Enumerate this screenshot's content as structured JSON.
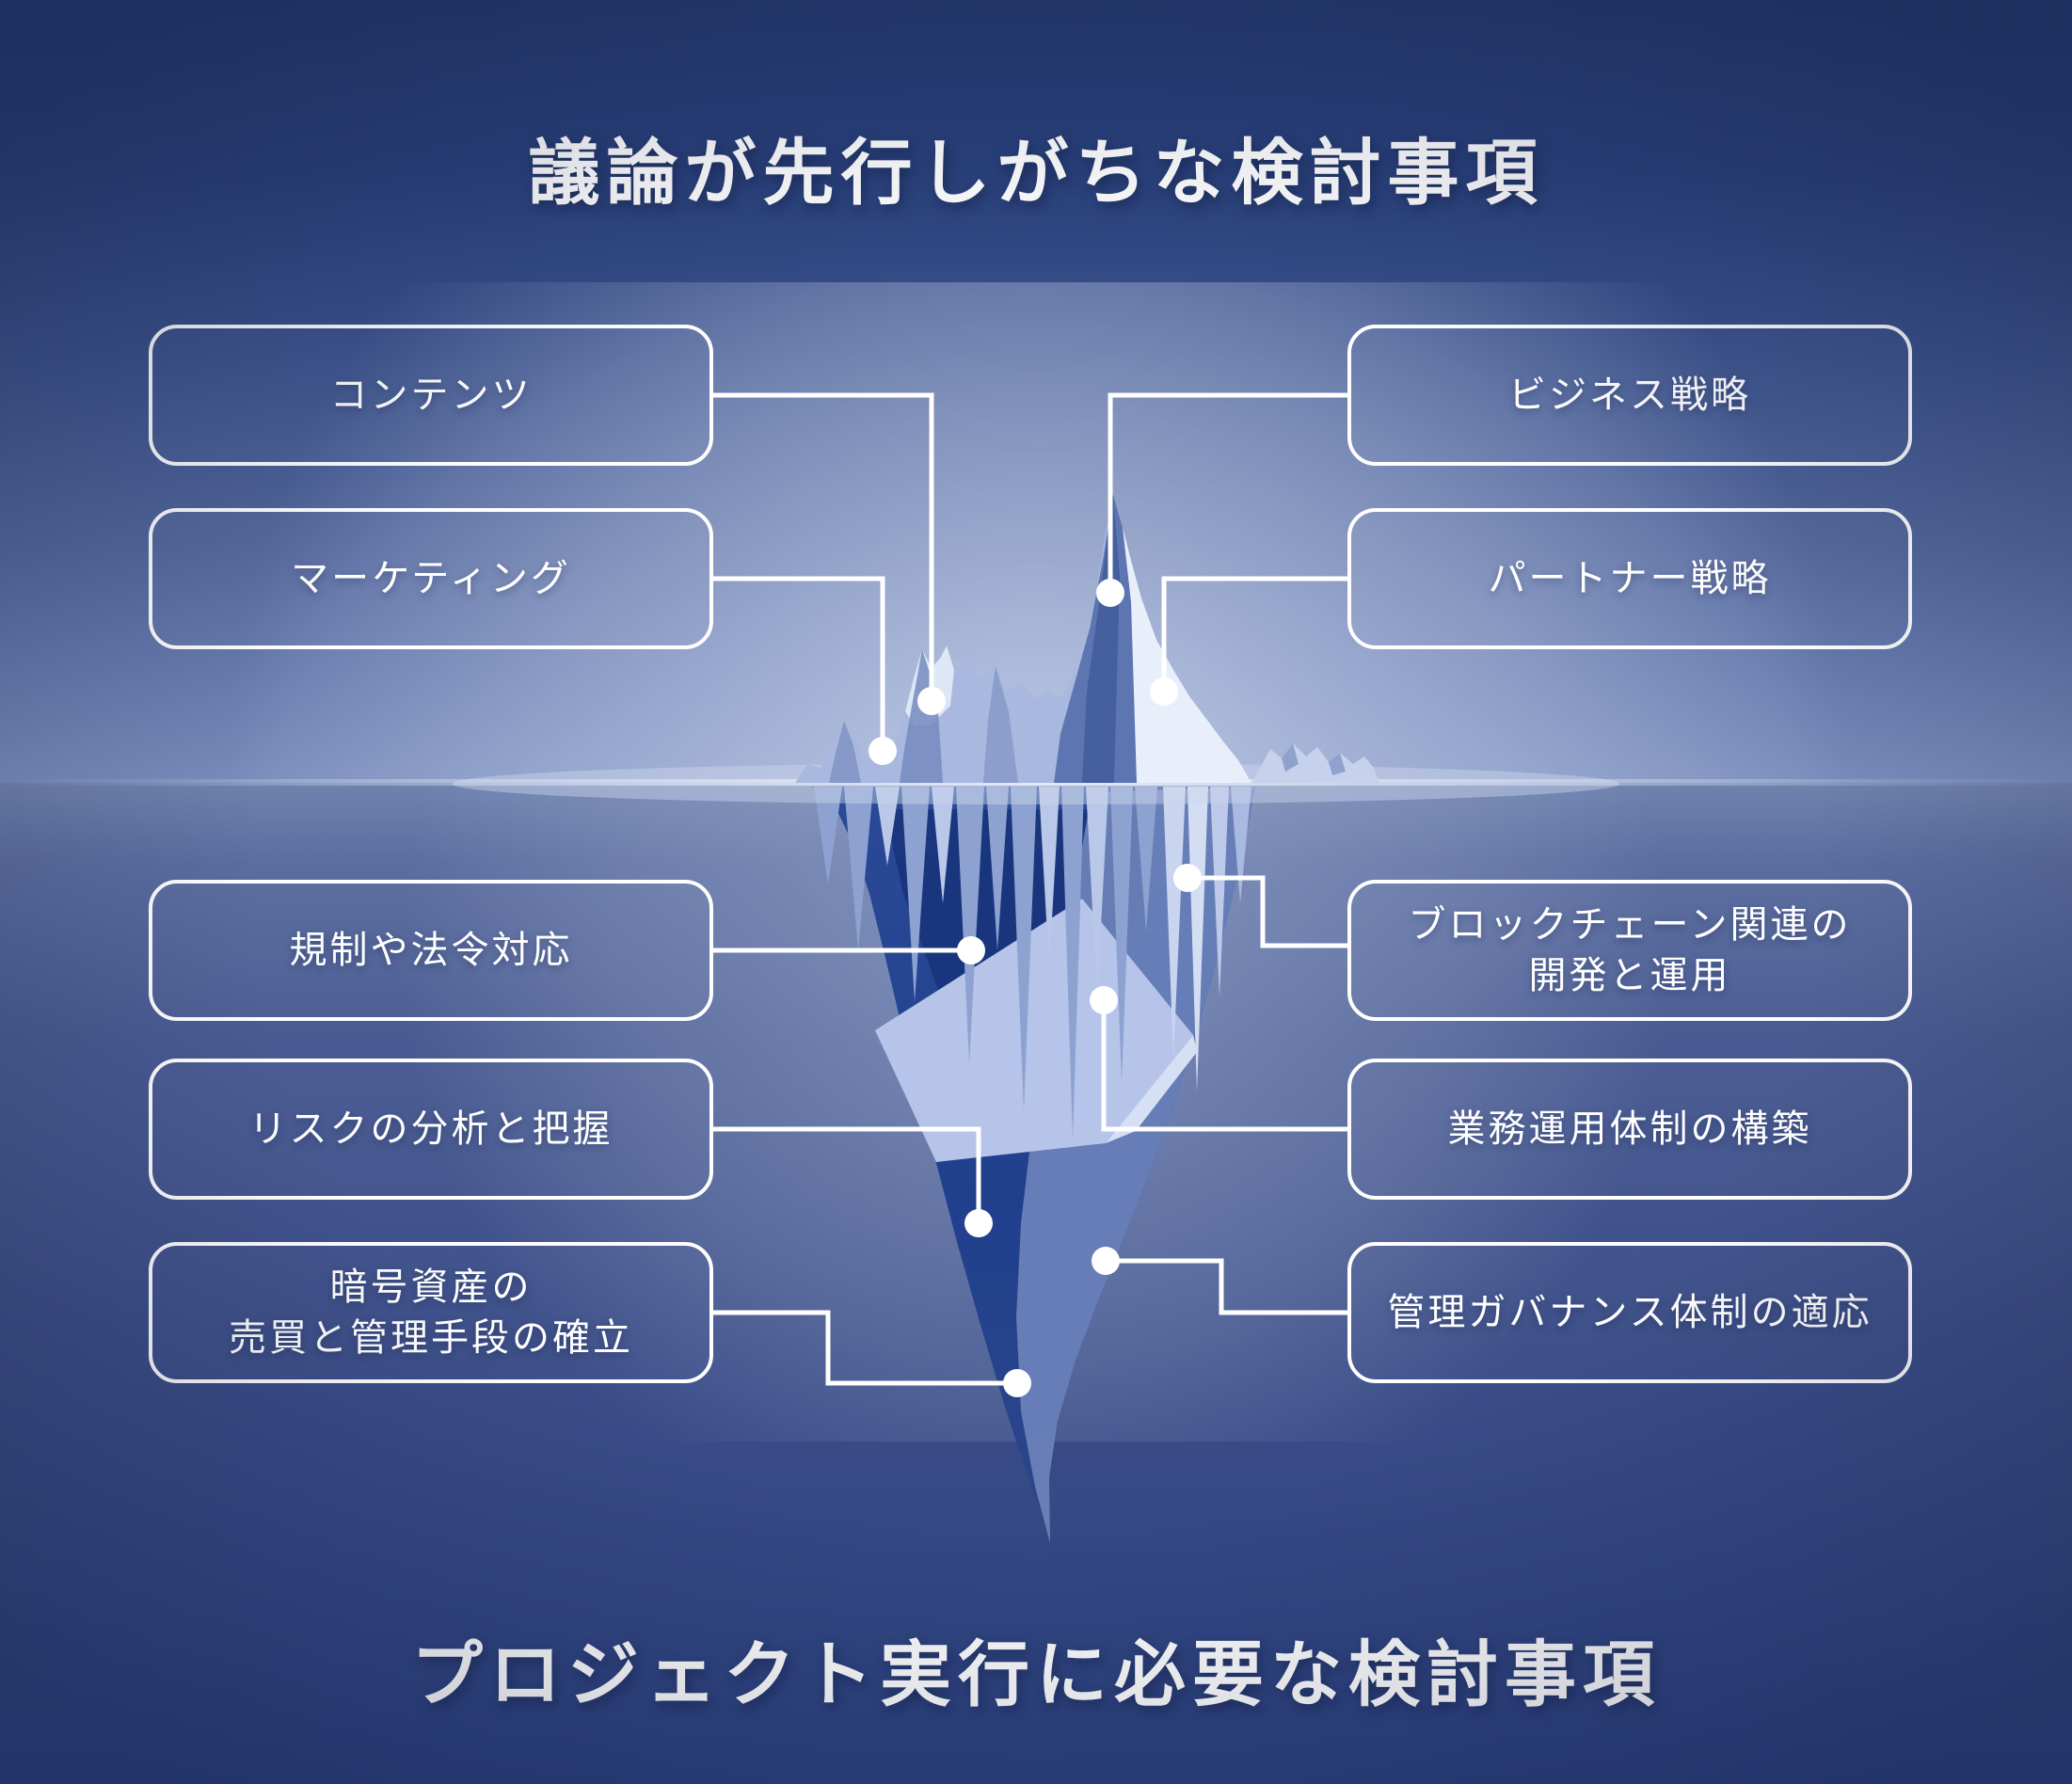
{
  "titles": {
    "top": "議論が先行しがちな検討事項",
    "bottom": "プロジェクト実行に必要な検討事項"
  },
  "boxes": {
    "left": [
      {
        "id": "contents",
        "label": "コンテンツ"
      },
      {
        "id": "marketing",
        "label": "マーケティング"
      },
      {
        "id": "regulation-legal",
        "label": "規制や法令対応"
      },
      {
        "id": "risk-analysis",
        "label": "リスクの分析と把握"
      },
      {
        "id": "crypto-asset",
        "label": "暗号資産の\n売買と管理手段の確立"
      }
    ],
    "right": [
      {
        "id": "business-strategy",
        "label": "ビジネス戦略"
      },
      {
        "id": "partner-strategy",
        "label": "パートナー戦略"
      },
      {
        "id": "blockchain-dev",
        "label": "ブロックチェーン関連の\n開発と運用"
      },
      {
        "id": "biz-operations",
        "label": "業務運用体制の構築"
      },
      {
        "id": "governance",
        "label": "管理ガバナンス体制の適応"
      }
    ]
  },
  "diagram": {
    "type": "iceberg",
    "above_water_items": [
      "コンテンツ",
      "マーケティング",
      "ビジネス戦略",
      "パートナー戦略"
    ],
    "below_water_items": [
      "規制や法令対応",
      "リスクの分析と把握",
      "暗号資産の\n売買と管理手段の確立",
      "ブロックチェーン関連の\n開発と運用",
      "業務運用体制の構築",
      "管理ガバナンス体制の適応"
    ]
  },
  "colors": {
    "sky_top": "#243a72",
    "sky_near_water": "#7a8dbc",
    "water_top": "#7083ae",
    "water_bottom": "#2b4180",
    "box_border": "#ffffff",
    "text": "#ffffff",
    "connector": "#ffffff",
    "iceberg_bright": "#e9effa",
    "iceberg_mid": "#a9b8de",
    "iceberg_shadow": "#5d76b1",
    "iceberg_deep": "#20408e",
    "iceberg_dark_core": "#16327a"
  }
}
